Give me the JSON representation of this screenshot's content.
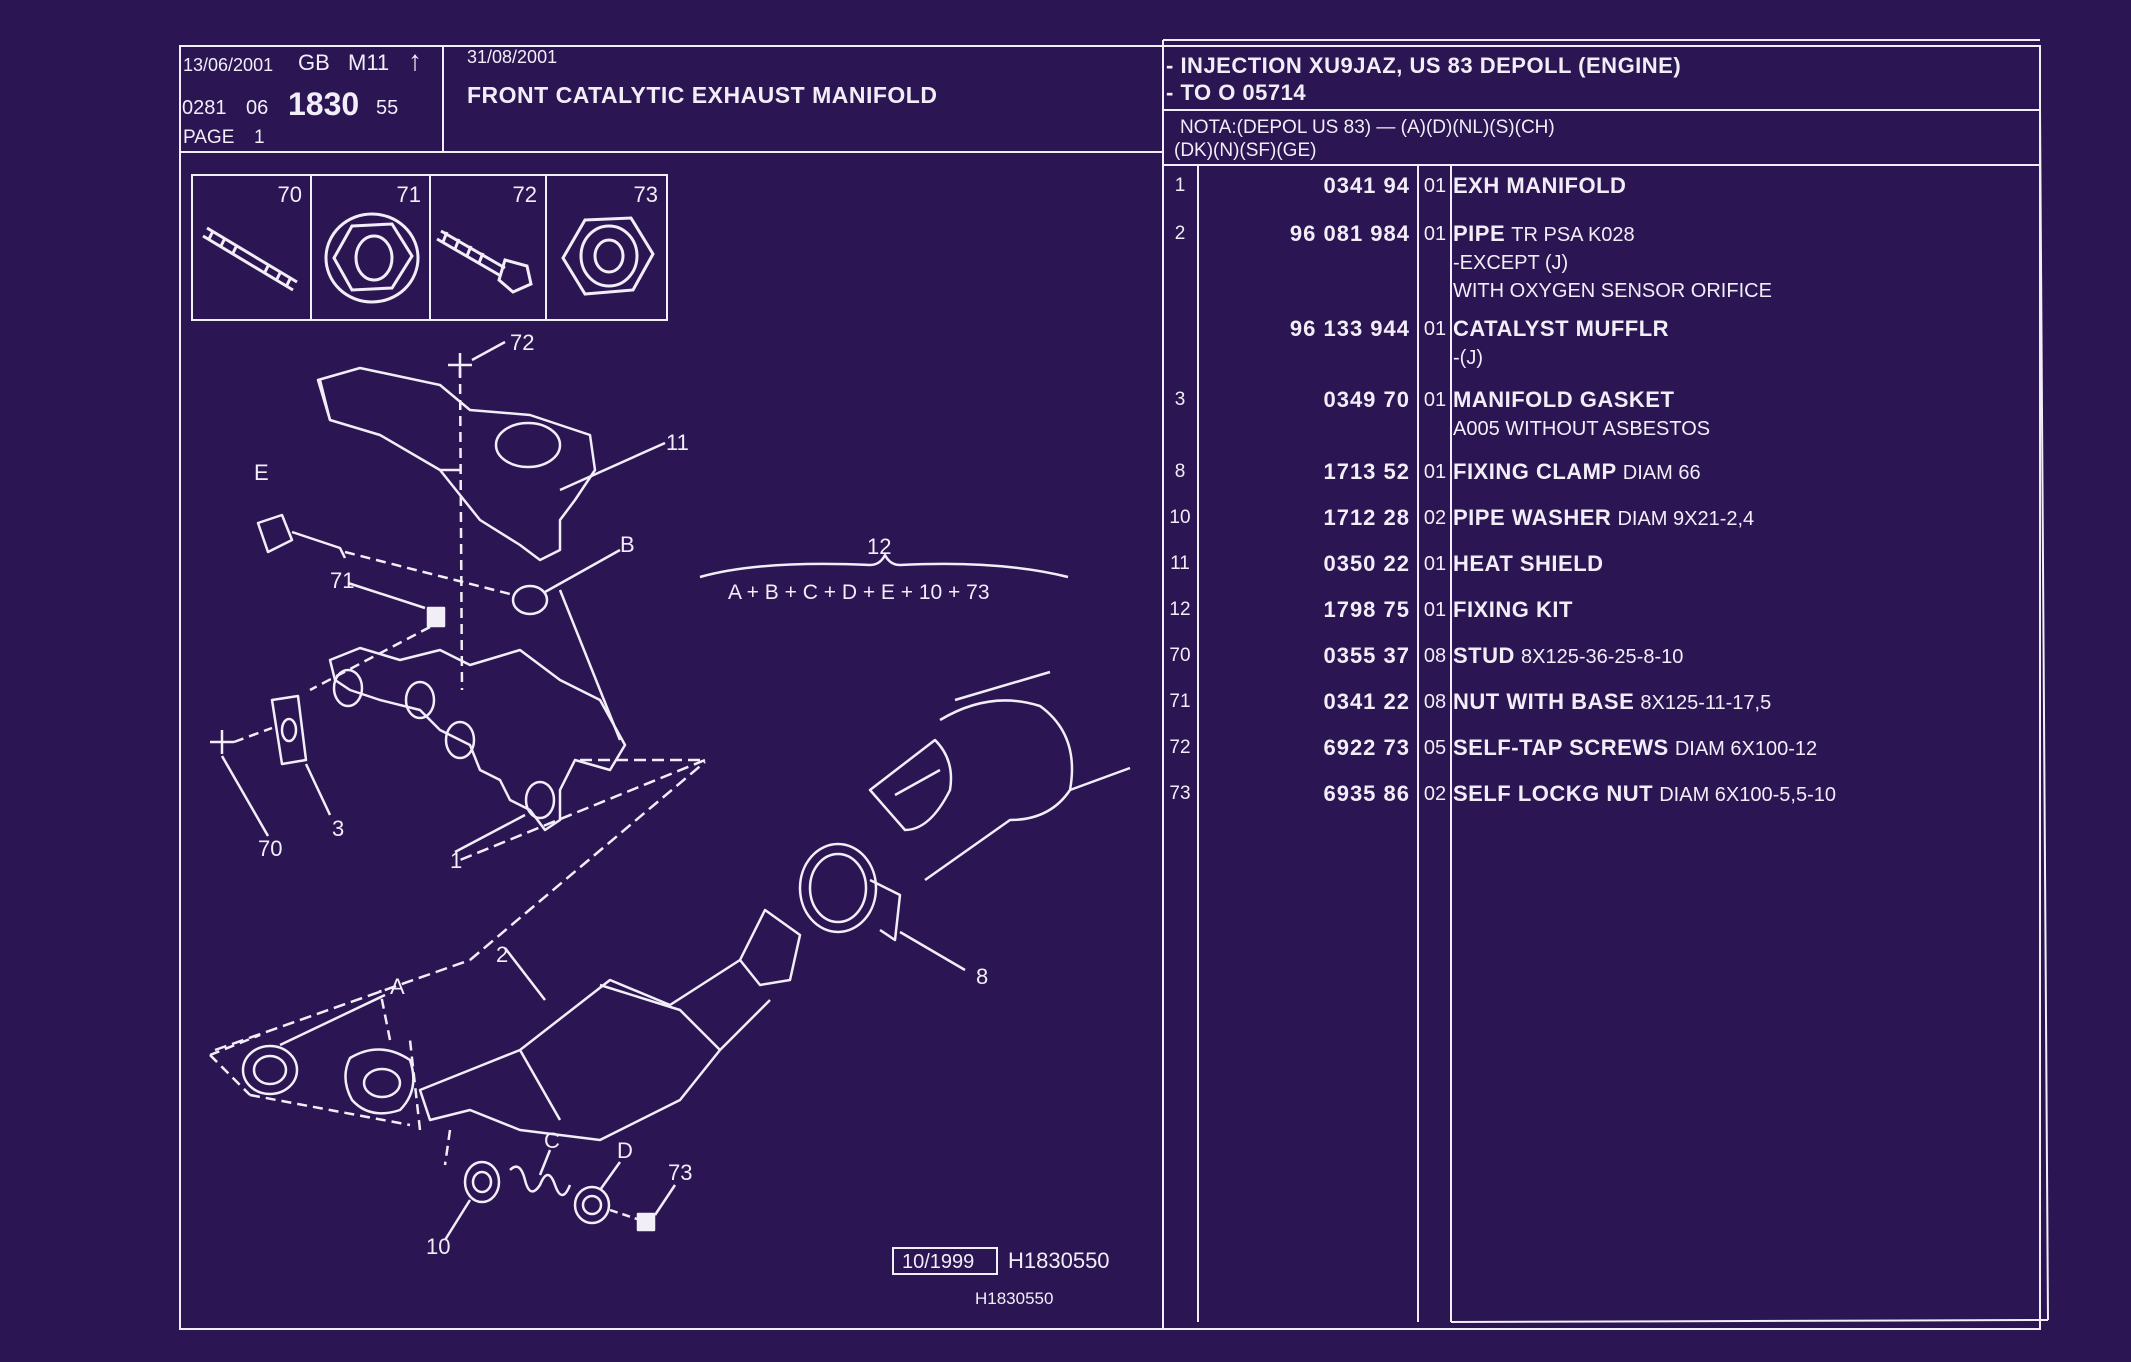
{
  "header": {
    "date_left": "13/06/2001",
    "market": "GB",
    "model": "M11",
    "arrow": "↑",
    "code_prefix": "0281",
    "code_group": "06",
    "code_main": "1830",
    "code_suffix": "55",
    "page_label": "PAGE",
    "page_number": "1",
    "date_right": "31/08/2001",
    "title": "FRONT CATALYTIC EXHAUST MANIFOLD",
    "application_line1": "- INJECTION XU9JAZ, US 83 DEPOLL (ENGINE)",
    "application_line2": "- TO  O   05714",
    "nota_line1": "NOTA:(DEPOL US 83)  —  (A)(D)(NL)(S)(CH)",
    "nota_line2": "(DK)(N)(SF)(GE)"
  },
  "thumbnails": [
    "70",
    "71",
    "72",
    "73"
  ],
  "diagram": {
    "callouts": [
      "72",
      "11",
      "E",
      "B",
      "71",
      "12",
      "3",
      "70",
      "1",
      "2",
      "A",
      "8",
      "C",
      "D",
      "73",
      "10"
    ],
    "kit_formula": "A + B + C + D + E + 10 + 73",
    "revision_box": "10/1999",
    "drawing_ref": "H1830550",
    "drawing_ref_small": "H1830550"
  },
  "parts": [
    {
      "num": "1",
      "ref": "0341 94",
      "qty": "01",
      "name": "EXH MANIFOLD",
      "extra": "",
      "lines": []
    },
    {
      "num": "2",
      "ref": "96 081 984",
      "qty": "01",
      "name": "PIPE",
      "extra": "TR PSA K028",
      "lines": [
        "-EXCEPT  (J)",
        "WITH OXYGEN SENSOR ORIFICE"
      ]
    },
    {
      "num": "",
      "ref": "96 133 944",
      "qty": "01",
      "name": "CATALYST MUFFLR",
      "extra": "",
      "lines": [
        "-(J)"
      ]
    },
    {
      "num": "3",
      "ref": "0349 70",
      "qty": "01",
      "name": "MANIFOLD GASKET",
      "extra": "",
      "lines": [
        "A005 WITHOUT ASBESTOS"
      ]
    },
    {
      "num": "8",
      "ref": "1713 52",
      "qty": "01",
      "name": "FIXING CLAMP",
      "extra": "DIAM 66",
      "lines": []
    },
    {
      "num": "10",
      "ref": "1712 28",
      "qty": "02",
      "name": "PIPE WASHER",
      "extra": "DIAM 9X21-2,4",
      "lines": []
    },
    {
      "num": "11",
      "ref": "0350 22",
      "qty": "01",
      "name": "HEAT SHIELD",
      "extra": "",
      "lines": []
    },
    {
      "num": "12",
      "ref": "1798 75",
      "qty": "01",
      "name": "FIXING KIT",
      "extra": "",
      "lines": []
    },
    {
      "num": "70",
      "ref": "0355 37",
      "qty": "08",
      "name": "STUD",
      "extra": "8X125-36-25-8-10",
      "lines": []
    },
    {
      "num": "71",
      "ref": "0341 22",
      "qty": "08",
      "name": "NUT WITH BASE",
      "extra": "8X125-11-17,5",
      "lines": []
    },
    {
      "num": "72",
      "ref": "6922 73",
      "qty": "05",
      "name": "SELF-TAP SCREWS",
      "extra": "DIAM 6X100-12",
      "lines": []
    },
    {
      "num": "73",
      "ref": "6935 86",
      "qty": "02",
      "name": "SELF LOCKG NUT",
      "extra": "DIAM 6X100-5,5-10",
      "lines": []
    }
  ],
  "colors": {
    "background": "#2c1553",
    "ink": "#f2eef8"
  }
}
